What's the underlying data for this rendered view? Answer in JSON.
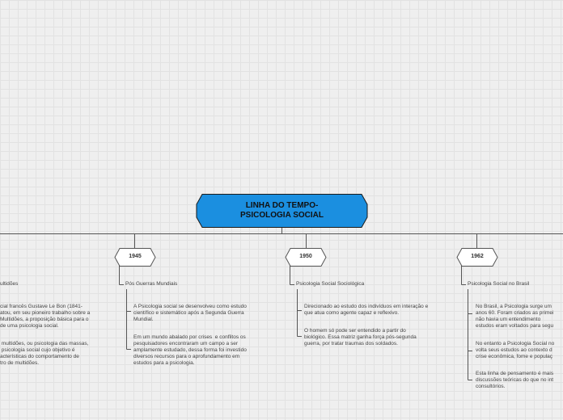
{
  "title": "LINHA DO TEMPO-\nPSICOLOGIA SOCIAL",
  "colors": {
    "title_fill": "#1b8fe0",
    "line": "#555555",
    "grid": "#e2e2e2"
  },
  "periods": [
    {
      "year": "",
      "branch": "ultidões",
      "details": [
        "cial francês Gustave Le Bon (1841-\natou, em seu pioneiro trabalho sobre a\nMultidões, a proposição básica para o\nde uma psicologia social.",
        " multidões, ou psicologia das massas,\n psicologia social cujo objetivo é\nacterísticas do comportamento de\ntro de multidões."
      ]
    },
    {
      "year": "1945",
      "branch": "Pós Guerras Mundiais",
      "details": [
        "A Psicologia social se desenvolveu como estudo\ncientífico e sistemático após a Segunda Guerra\nMundial.",
        "Em um mundo abalado por crises  e conflitos os\npesquisadores encontraram um campo a ser\namplamente estudado, dessa forma foi investido\ndiversos recursos para o aprofundamento em\nestudos para a psicologia."
      ]
    },
    {
      "year": "1950",
      "branch": "Psicologia Social Sociológica",
      "details": [
        "Direcionado ao estudo dos indivíduos em interação e\nque atua como agente capaz e reflexivo.",
        "O homem só pode ser entendido a partir do\nbiológico. Essa matriz ganha força pós-segunda\nguerra, por tratar traumas dos soldados."
      ]
    },
    {
      "year": "1962",
      "branch": "Psicologia Social no Brasil",
      "details": [
        "No Brasil, a Psicologia surge um\nanos 60. Foram criados as primei\nnão havia um entendimento\nestudos eram voltados para segu",
        "No entanto a Psicologia Social no\nvolta seus estudos ao contexto d\ncrise econômica, fome e populaç",
        "Esta linha de pensamento é mais\ndiscussões teóricas do que no int\nconsultórios."
      ]
    }
  ]
}
